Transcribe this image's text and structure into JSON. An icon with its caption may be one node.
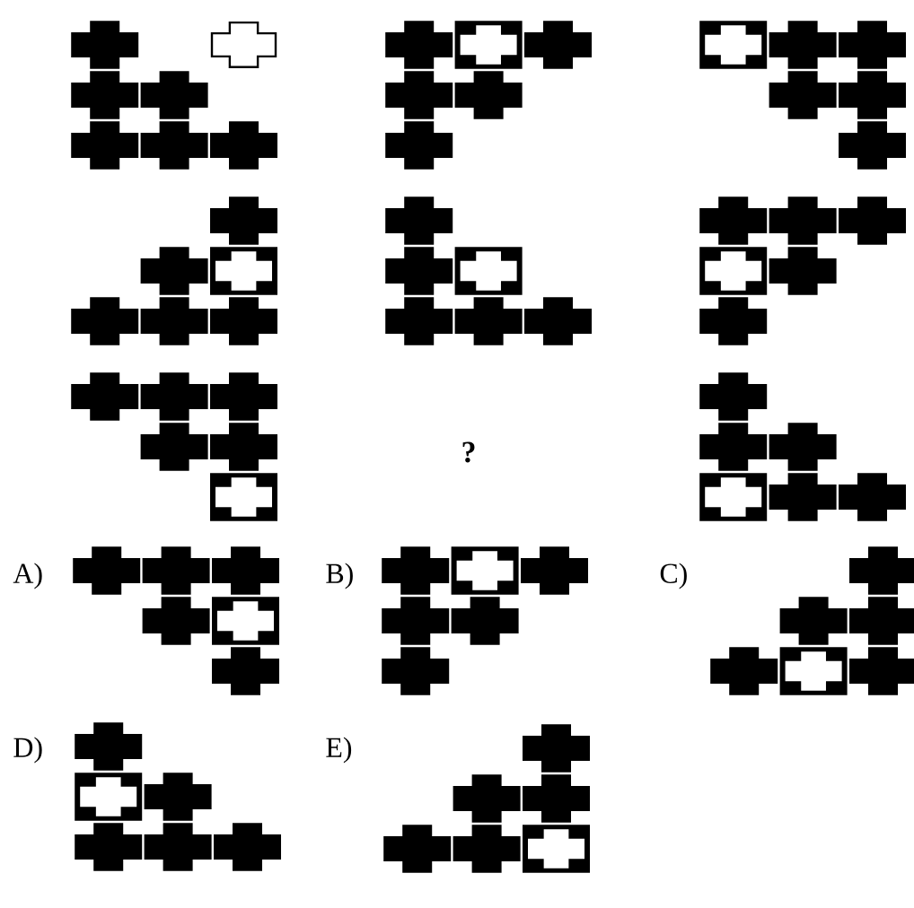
{
  "diagram": {
    "labels": [
      "?",
      "A)",
      "B)",
      "C)",
      "D)",
      "E)"
    ]
  }
}
